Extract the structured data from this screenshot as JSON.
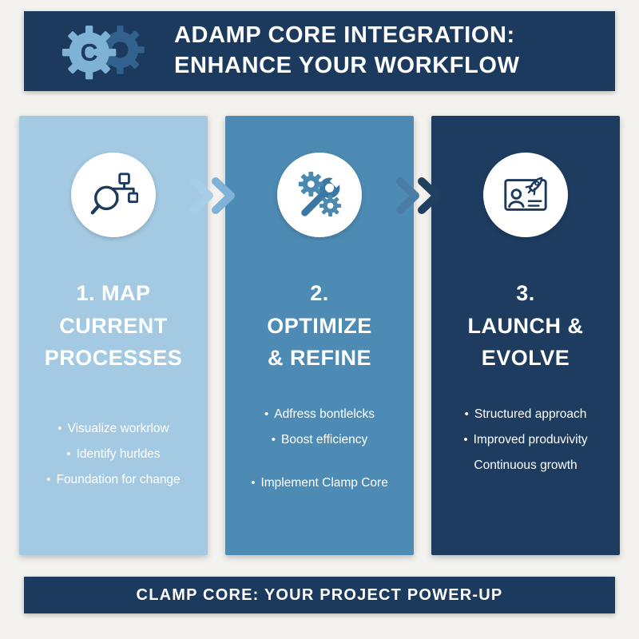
{
  "header": {
    "logo_letter": "C",
    "title_line1": "ADAMP CORE INTEGRATION:",
    "title_line2": "ENHANCE YOUR WORKFLOW"
  },
  "cards": [
    {
      "title_lines": [
        "1. MAP",
        "CURRENT",
        "PROCESSES"
      ],
      "bullets": [
        "Visualize workrlow",
        "Identify hurldes",
        "Foundation for change"
      ],
      "icon": "magnifier-flowchart-icon"
    },
    {
      "title_lines": [
        "2.",
        "OPTIMIZE",
        "& REFINE"
      ],
      "bullets": [
        "Adfress bontlelcks",
        "Boost efficiency",
        "Implement Clamp Core"
      ],
      "icon": "gears-wrench-icon"
    },
    {
      "title_lines": [
        "3.",
        "LAUNCH &",
        "EVOLVE"
      ],
      "bullets": [
        "Structured approach",
        "Improved produvivity",
        "Continuous growth"
      ],
      "icon": "launch-presentation-icon"
    }
  ],
  "footer": {
    "banner": "CLAMP CORE: YOUR PROJECT POWER-UP"
  },
  "ui": {
    "bullet_char": "•"
  },
  "colors": {
    "navy": "#1C3A5E",
    "card_light": "#A4CAE3",
    "card_mid": "#4D8BB4",
    "card_dark": "#1E3C60",
    "background": "#F3F2EF",
    "chevron_light": "#A8CDE6",
    "chevron_dark": "#20405F"
  }
}
